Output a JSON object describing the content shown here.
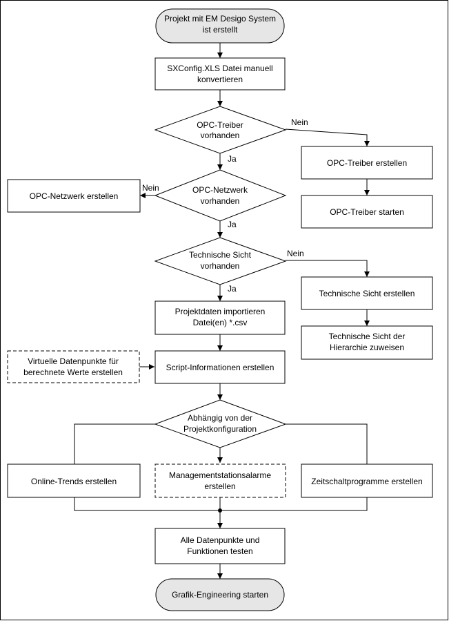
{
  "nodes": {
    "start": [
      "Projekt mit EM Desigo System",
      "ist erstellt"
    ],
    "convert": [
      "SXConfig.XLS Datei manuell",
      "konvertieren"
    ],
    "opc_driver_q": [
      "OPC-Treiber",
      "vorhanden"
    ],
    "opc_driver_create": [
      "OPC-Treiber erstellen"
    ],
    "opc_driver_start": [
      "OPC-Treiber starten"
    ],
    "opc_net_q": [
      "OPC-Netzwerk",
      "vorhanden"
    ],
    "opc_net_create": [
      "OPC-Netzwerk erstellen"
    ],
    "tech_view_q": [
      "Technische Sicht",
      "vorhanden"
    ],
    "tech_view_create": [
      "Technische Sicht erstellen"
    ],
    "tech_view_assign": [
      "Technische Sicht der",
      "Hierarchie zuweisen"
    ],
    "import": [
      "Projektdaten importieren",
      "Datei(en) *.csv"
    ],
    "virtual": [
      "Virtuelle Datenpunkte für",
      "berechnete Werte erstellen"
    ],
    "script": [
      "Script-Informationen erstellen"
    ],
    "config_q": [
      "Abhängig von der",
      "Projektkonfiguration"
    ],
    "trends": [
      "Online-Trends erstellen"
    ],
    "alarms": [
      "Managementstationsalarme",
      "erstellen"
    ],
    "schedules": [
      "Zeitschaltprogramme erstellen"
    ],
    "test": [
      "Alle Datenpunkte und",
      "Funktionen testen"
    ],
    "end": [
      "Grafik-Engineering starten"
    ]
  },
  "edge_labels": {
    "opc_driver_no": "Nein",
    "opc_driver_yes": "Ja",
    "opc_net_no": "Nein",
    "opc_net_yes": "Ja",
    "tech_view_no": "Nein",
    "tech_view_yes": "Ja"
  }
}
